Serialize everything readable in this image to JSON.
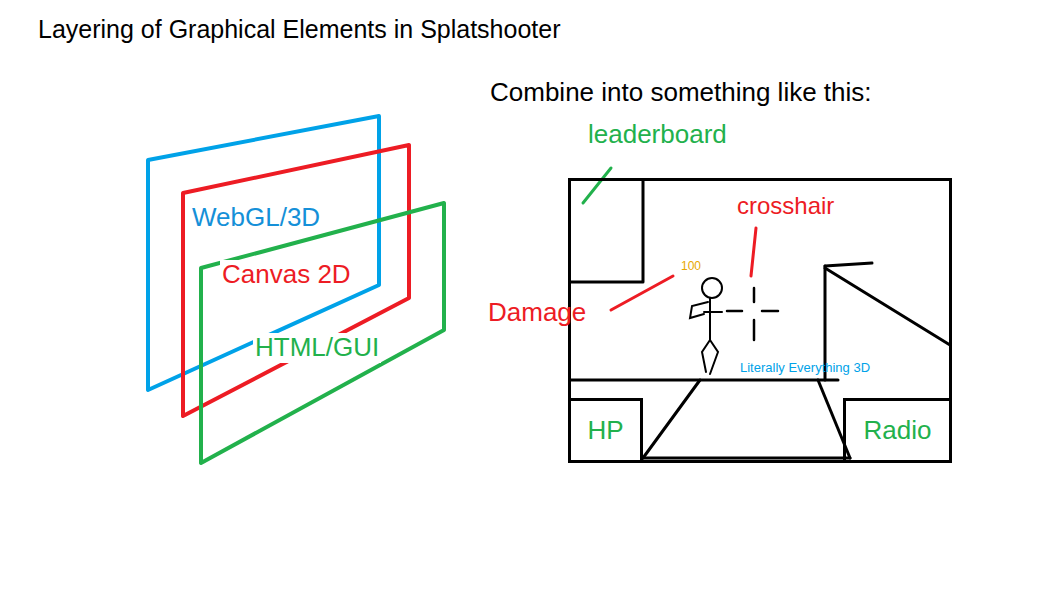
{
  "diagram": {
    "title": "Layering of Graphical Elements in Splatshooter",
    "nodes": [
      {
        "text": [
          "WebGL/3D"
        ]
      },
      {
        "text": [
          "Canvas 2D"
        ]
      },
      {
        "text": [
          "HTML/GUI"
        ]
      },
      {
        "text": [
          "Literally Everything 3D"
        ]
      },
      {
        "text": [
          "HP"
        ],
        "in": 3
      },
      {
        "text": [
          "Radio"
        ],
        "in": 3
      }
    ],
    "labels": [
      "Combine into something like this:",
      "leaderboard",
      "crosshair",
      "100",
      "Damage"
    ]
  }
}
